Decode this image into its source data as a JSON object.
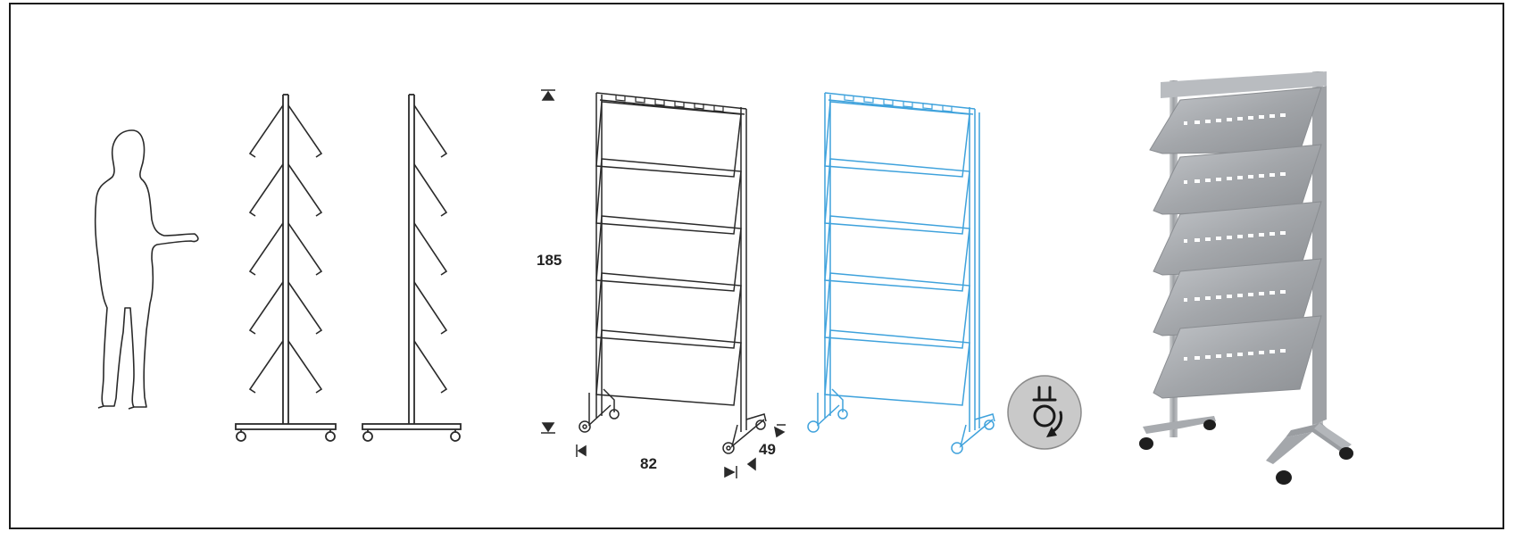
{
  "dimensions": {
    "height": "185",
    "width": "82",
    "depth": "49"
  },
  "colors": {
    "line": "#2a2a2a",
    "blueprint": "#3fa2dc",
    "metal": "#a9acb0",
    "badge": "#c9c9c9"
  },
  "icons": {
    "badge": "rotate-caster-icon"
  }
}
